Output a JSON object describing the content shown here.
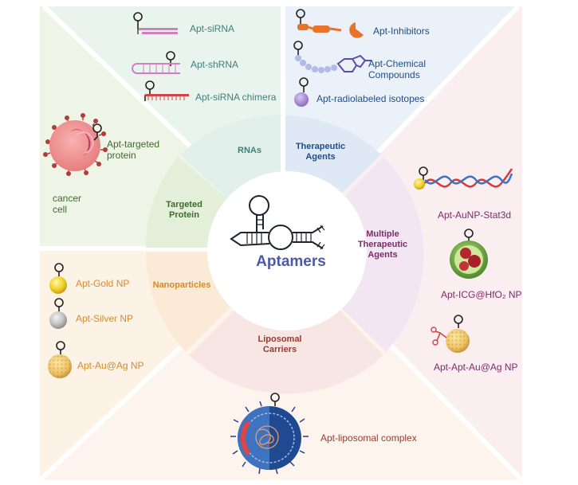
{
  "center": {
    "title": "Aptamers"
  },
  "segments": {
    "rnas": "RNAs",
    "therapeutic": [
      "Therapeutic",
      "Agents"
    ],
    "multiple": [
      "Multiple",
      "Therapeutic",
      "Agents"
    ],
    "liposomal": [
      "Liposomal",
      "Carriers"
    ],
    "nanoparticles": "Nanoparticles",
    "targeted": [
      "Targeted",
      "Protein"
    ]
  },
  "rnas_items": [
    "Apt-siRNA",
    "Apt-shRNA",
    "Apt-siRNA chimera"
  ],
  "therapeutic_items": [
    "Apt-Inhibitors",
    "Apt-Chemical",
    "Compounds",
    "Apt-radiolabeled isotopes"
  ],
  "targeted_items": {
    "protein": [
      "Apt-targeted",
      "protein"
    ],
    "cell": [
      "cancer",
      "cell"
    ]
  },
  "multiple_items": [
    "Apt-AuNP-Stat3d",
    "Apt-ICG@HfO₂ NP",
    "Apt-Apt-Au@Ag NP"
  ],
  "nanoparticle_items": [
    "Apt-Gold NP",
    "Apt-Silver NP",
    "Apt-Au@Ag NP"
  ],
  "liposomal_items": [
    "Apt-liposomal complex"
  ],
  "colors": {
    "rnas": "#3f7f7a",
    "therapeutic": "#1f4e86",
    "multiple": "#7a2c6b",
    "liposomal": "#9a3a2c",
    "nanoparticles": "#d6892b",
    "targeted": "#3d6b2e",
    "center": "#4b5aa6"
  }
}
